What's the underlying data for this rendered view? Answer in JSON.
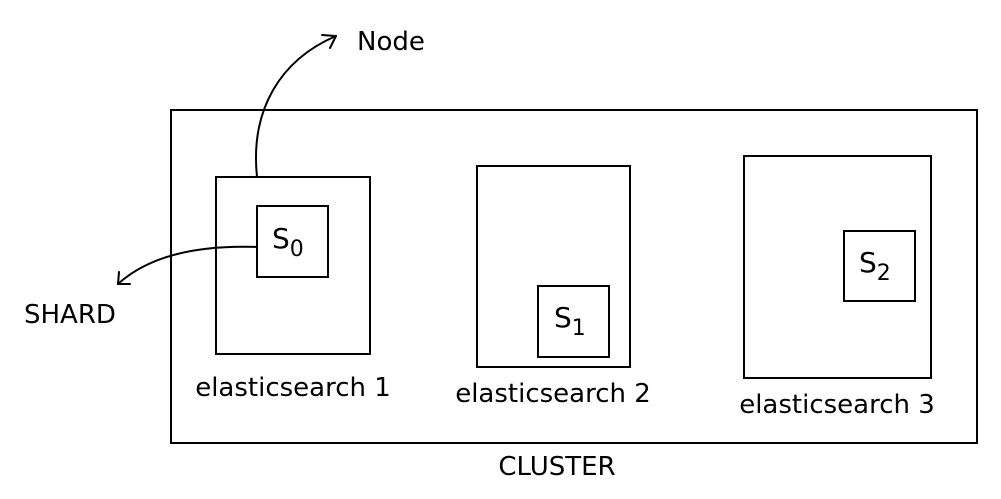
{
  "annotations": {
    "node_label": "Node",
    "shard_label": "SHARD"
  },
  "cluster": {
    "label": "CLUSTER"
  },
  "nodes": [
    {
      "label": "elasticsearch 1",
      "shard": {
        "letter": "S",
        "index": "0"
      }
    },
    {
      "label": "elasticsearch 2",
      "shard": {
        "letter": "S",
        "index": "1"
      }
    },
    {
      "label": "elasticsearch 3",
      "shard": {
        "letter": "S",
        "index": "2"
      }
    }
  ]
}
